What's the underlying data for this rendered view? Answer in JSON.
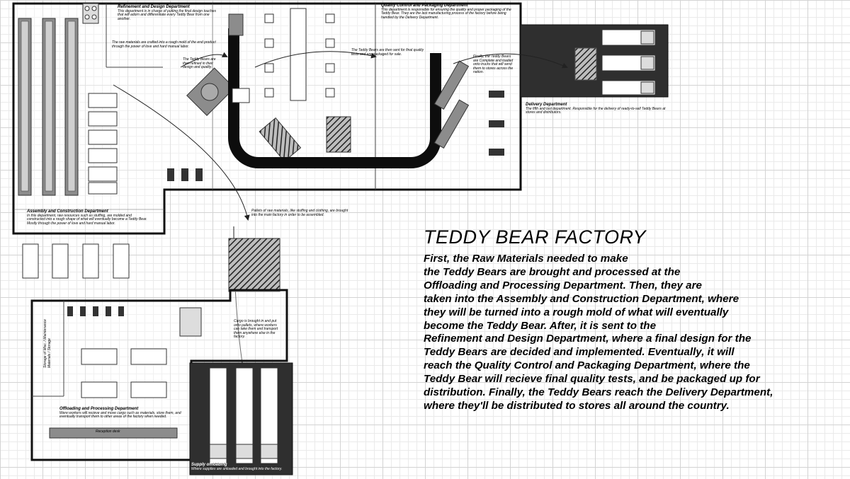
{
  "title": "TEDDY BEAR FACTORY",
  "story_lines": [
    " First, the Raw Materials needed  to make",
    "the Teddy Bears are brought and processed at the",
    "Offloading and Processing Department. Then, they are",
    "taken into the Assembly and Construction Department, where",
    "they will be turned into a rough mold of what will eventually",
    "become the Teddy Bear. After, it is sent to the",
    "Refinement and Design Department, where a final design for the",
    "Teddy Bears are decided and implemented. Eventually, it will",
    "reach the Quality Control and Packaging Department, where the",
    "Teddy Bear will recieve final quality tests, and be packaged up for",
    "distribution. Finally, the Teddy Bears reach the Delivery Department,",
    "where they'll be distributed to stores all around the country."
  ],
  "departments": {
    "refinement": {
      "name": "Refinement and Design Department",
      "desc": "This department is in charge of putting the final design touches that will adorn and differentiate every Teddy Bear from one another."
    },
    "quality": {
      "name": "Quality Control and Packaging Department",
      "desc": "This department is responsible for ensuring the quality and proper packaging of the Teddy Bear. They are the last manufacturing process of the factory before being handled by the Delivery Department."
    },
    "delivery": {
      "name": "Delivery Department",
      "desc": "The fifth and last department. Responsible for the delivery of ready-to-sell Teddy Bears at stores and distributors."
    },
    "assembly": {
      "name": "Assembly and Construction Department",
      "desc": "In this department, raw resources such as stuffing, are molded and constructed into a rough shape of what will eventually become a Teddy Bear. Mostly through the power of love and hard manual labor."
    },
    "offloading": {
      "name": "Offloading and Processing Department",
      "desc": "Were workers will recieve and move cargo such as materials, store them, and eventually transport them to other areas of the factory when needed."
    },
    "supply": {
      "name": "Supply offloading",
      "desc": "Where supplies are unloaded and brought into the factory."
    }
  },
  "notes": {
    "raw_crafted": "The raw materials are crafted into a rough mold of the end product through the power of love and hard manual labor.",
    "refined": "The Teddy Bears are then refined in their design and quality.",
    "sent_quality": "The Teddy Bears are then sent for final quality tests and are packaged for sale.",
    "finally": "Finally, the Teddy Bears are Complete and loaded onto trucks that will send them to stores across the nation.",
    "pallets": "Pallets of raw materials, like stuffing and clothing, are brought into the main factory in order to be assembled.",
    "cargo": "Cargo is brought in and put onto pallets, where workers can take them and transport them anywhere else in the factory.",
    "reception": "Reception desk",
    "storage": "Storage of Misc. / Maintenance Materials / Storage"
  },
  "colors": {
    "wall": "#111111",
    "conveyor": "#0d0d0d",
    "machine": "#8c8c8c",
    "dock": "#2f2f2f",
    "table": "#ffffff"
  }
}
